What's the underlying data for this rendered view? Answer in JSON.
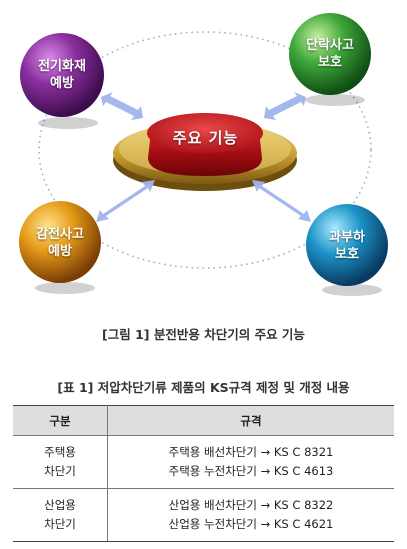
{
  "diagram": {
    "center": "주요 기능",
    "nodes": [
      {
        "id": "top-left",
        "label": [
          "전기화재",
          "예방"
        ],
        "color": "#7a2e8c"
      },
      {
        "id": "top-right",
        "label": [
          "단락사고",
          "보호"
        ],
        "color": "#3a9d3c"
      },
      {
        "id": "bottom-left",
        "label": [
          "감전사고",
          "예방"
        ],
        "color": "#e09a1a"
      },
      {
        "id": "bottom-right",
        "label": [
          "과부하",
          "보호"
        ],
        "color": "#1f8fc0"
      }
    ]
  },
  "figure_caption": "[그림 1] 분전반용 차단기의 주요 기능",
  "table_caption": "[표 1] 저압차단기류 제품의 KS규격 제정 및 개정 내용",
  "table": {
    "headers": [
      "구분",
      "규격"
    ],
    "rows": [
      {
        "category": [
          "주택용",
          "차단기"
        ],
        "specs": [
          "주택용 배선차단기 → KS C 8321",
          "주택용 누전차단기 → KS C 4613"
        ]
      },
      {
        "category": [
          "산업용",
          "차단기"
        ],
        "specs": [
          "산업용 배선차단기 → KS C 8322",
          "산업용 누전차단기 → KS C 4621"
        ]
      }
    ]
  }
}
